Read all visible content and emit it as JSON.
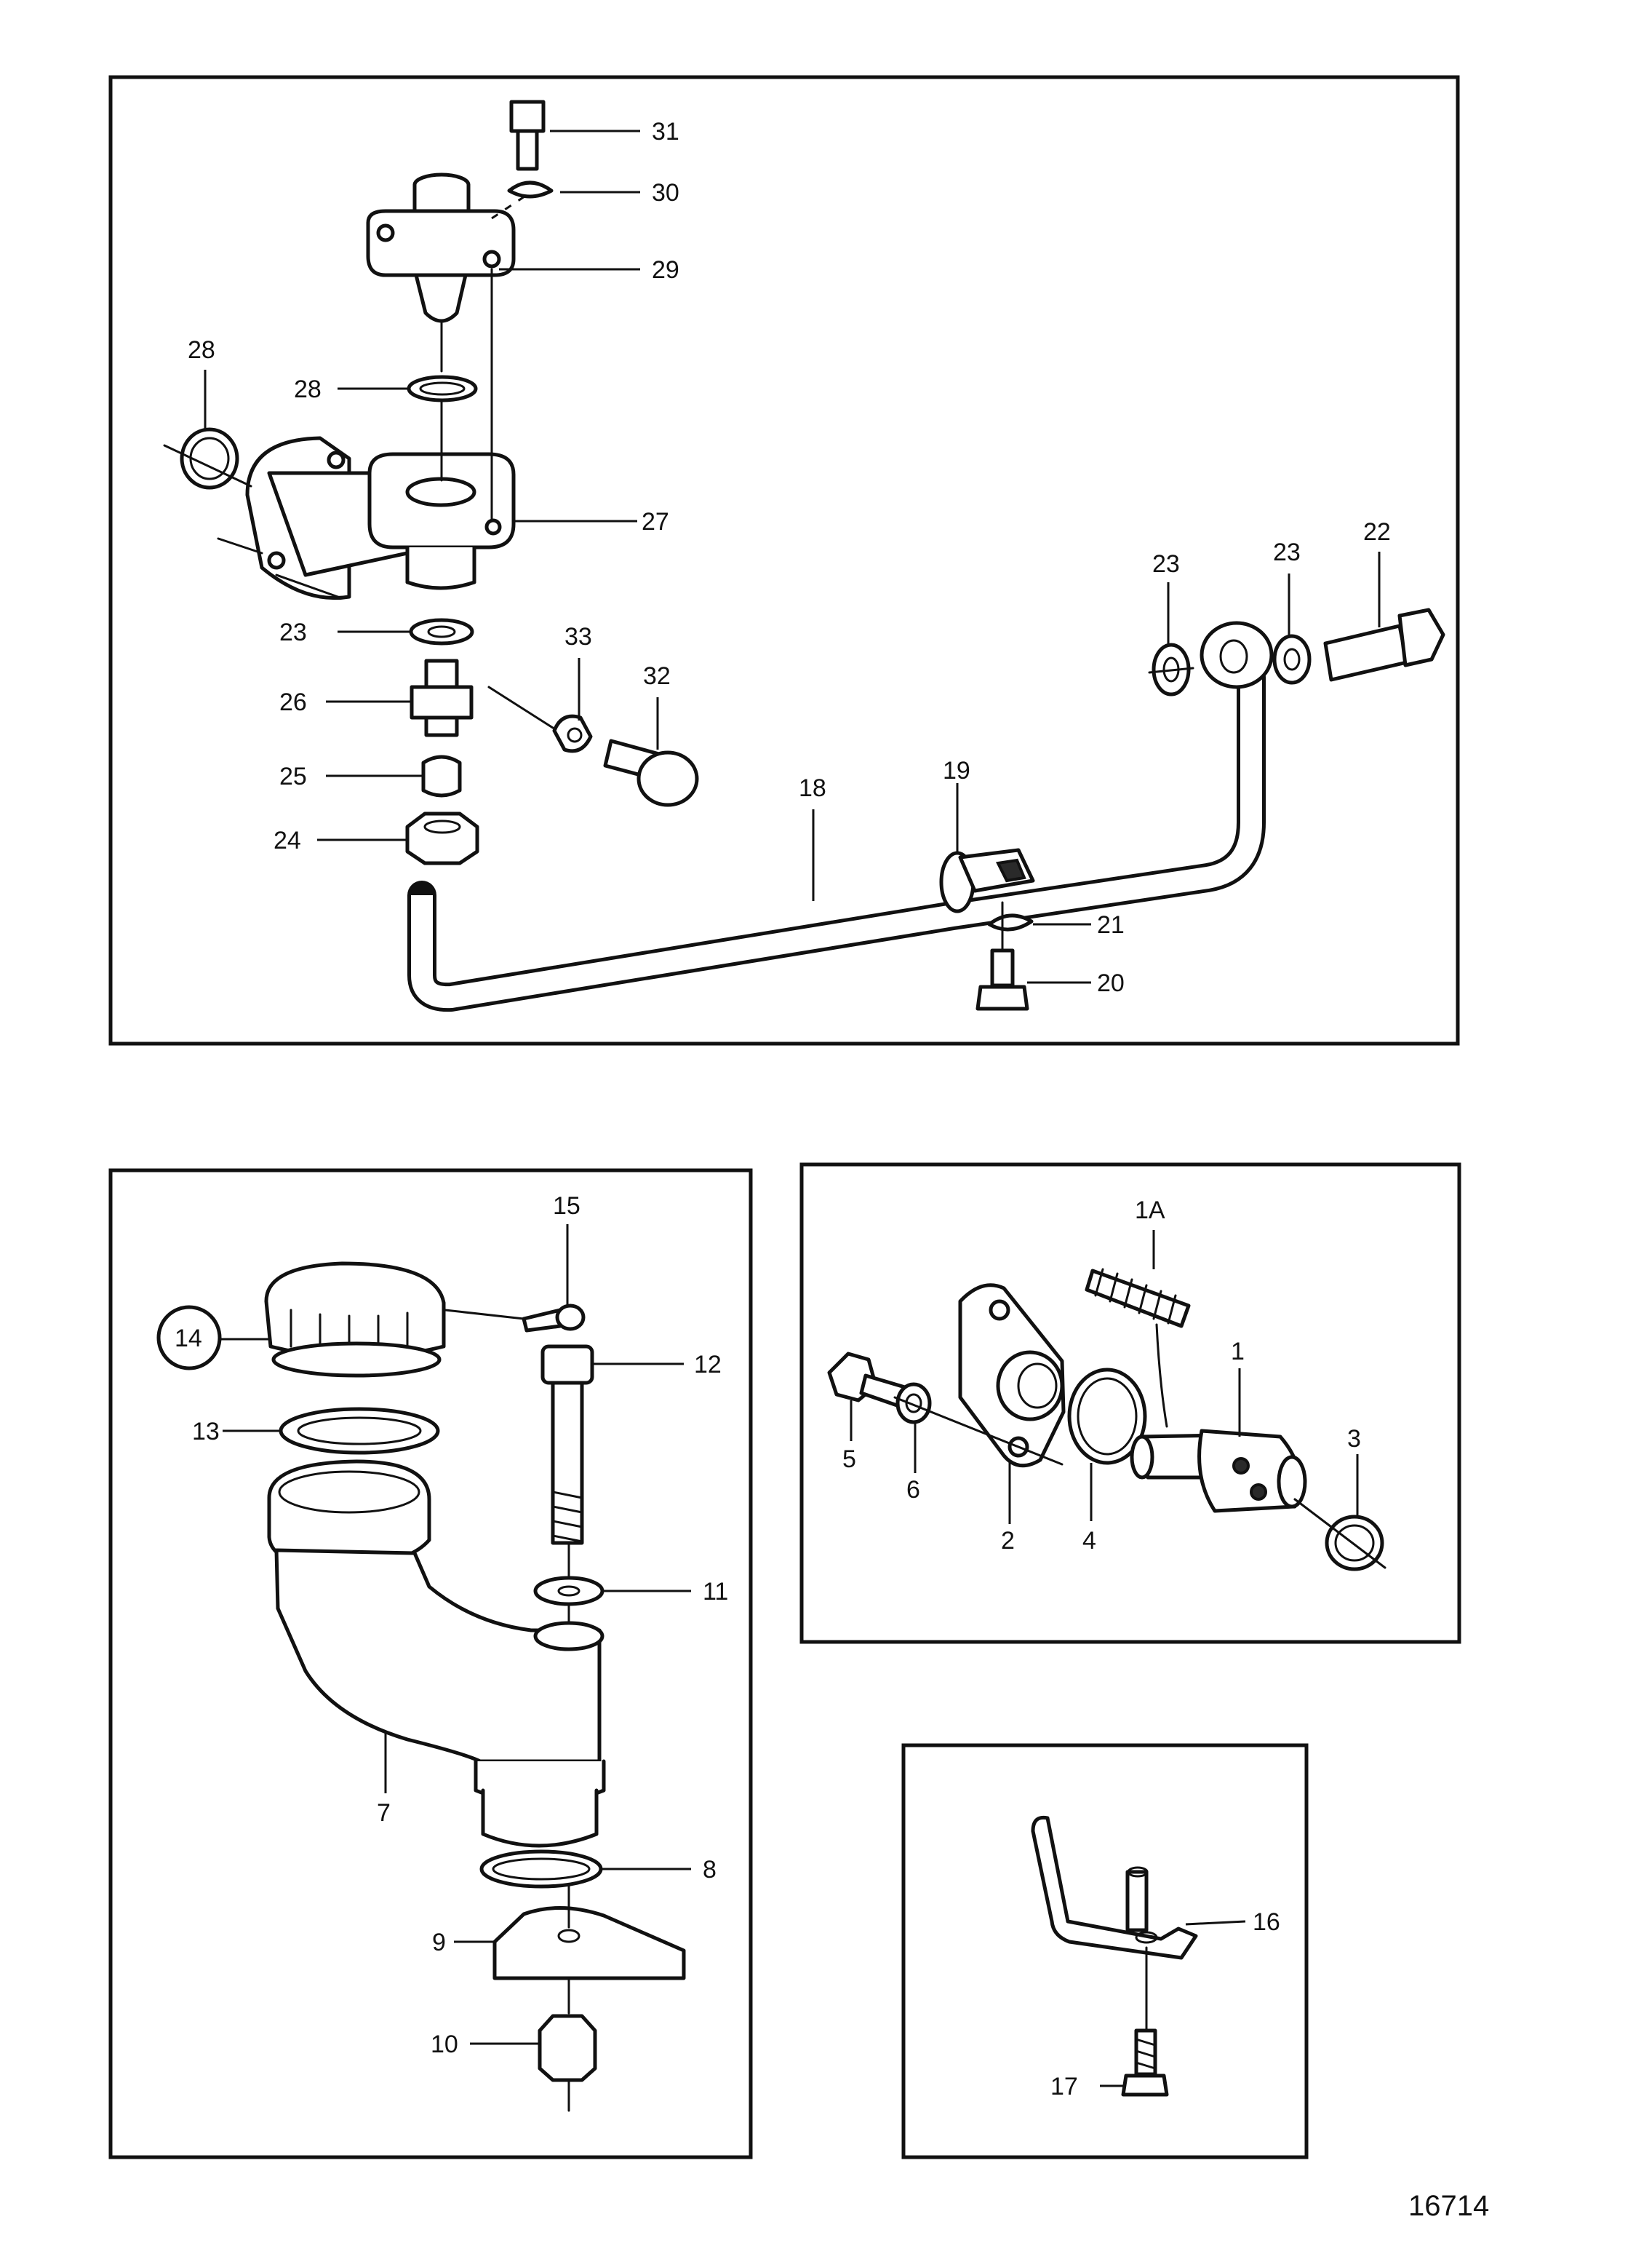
{
  "callouts": {
    "c31": "31",
    "c30": "30",
    "c29": "29",
    "c28a": "28",
    "c28b": "28",
    "c27": "27",
    "c23a": "23",
    "c26": "26",
    "c25": "25",
    "c24": "24",
    "c33": "33",
    "c32": "32",
    "c18": "18",
    "c19": "19",
    "c21": "21",
    "c20": "20",
    "c23b": "23",
    "c23c": "23",
    "c22": "22",
    "c15": "15",
    "c14": "14",
    "c12": "12",
    "c13": "13",
    "c11": "11",
    "c7": "7",
    "c8": "8",
    "c9": "9",
    "c10": "10",
    "c1A": "1A",
    "c1": "1",
    "c3": "3",
    "c5": "5",
    "c6": "6",
    "c2": "2",
    "c4": "4",
    "c16": "16",
    "c17": "17"
  },
  "reference_number": "16714"
}
